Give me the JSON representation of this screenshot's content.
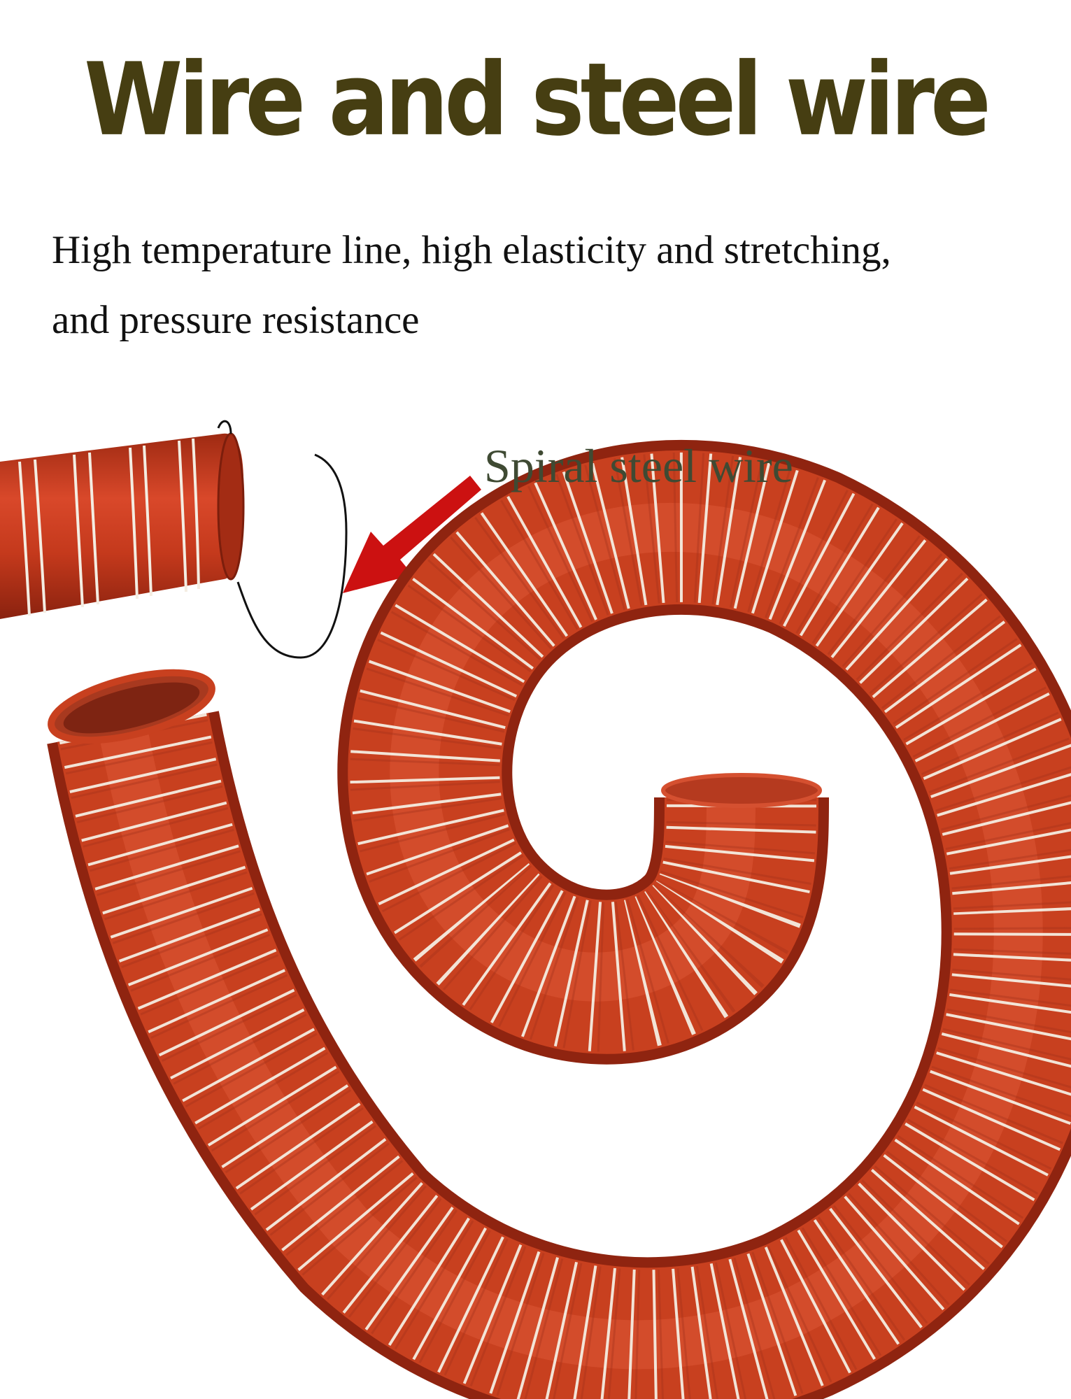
{
  "header": {
    "title": "Wire and steel wire"
  },
  "description": {
    "line1": "High temperature line, high elasticity and stretching,",
    "line2": "and pressure resistance"
  },
  "callout": {
    "label": "Spiral steel wire"
  },
  "colors": {
    "title": "#463e12",
    "hose": "#c4391c",
    "hose_dark": "#8f2410",
    "wire": "#f4ede2",
    "arrow": "#cc1111"
  }
}
